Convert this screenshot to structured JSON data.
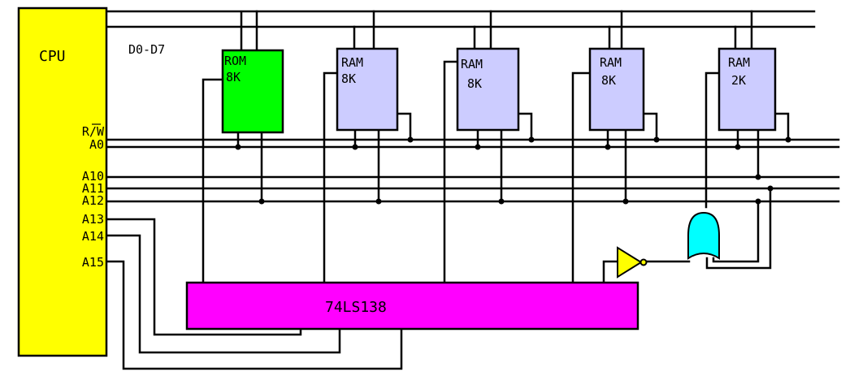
{
  "cpu": {
    "label": "CPU",
    "color": "#ffff00",
    "pins": {
      "rw": "R/W",
      "a0": "A0",
      "a10": "A10",
      "a11": "A11",
      "a12": "A12",
      "a13": "A13",
      "a14": "A14",
      "a15": "A15"
    }
  },
  "data_bus_label": "D0-D7",
  "chips": [
    {
      "line1": "ROM",
      "line2": "8K",
      "color": "#00ff00"
    },
    {
      "line1": "RAM",
      "line2": "8K",
      "color": "#ccccff"
    },
    {
      "line1": "RAM",
      "line2": "8K",
      "color": "#ccccff"
    },
    {
      "line1": "RAM",
      "line2": "8K",
      "color": "#ccccff"
    },
    {
      "line1": "RAM",
      "line2": "2K",
      "color": "#ccccff"
    }
  ],
  "decoder": {
    "label": "74LS138",
    "color": "#ff00ff"
  },
  "gates": {
    "inverter_color": "#ffff00",
    "or_gate_color": "#00ffff"
  }
}
